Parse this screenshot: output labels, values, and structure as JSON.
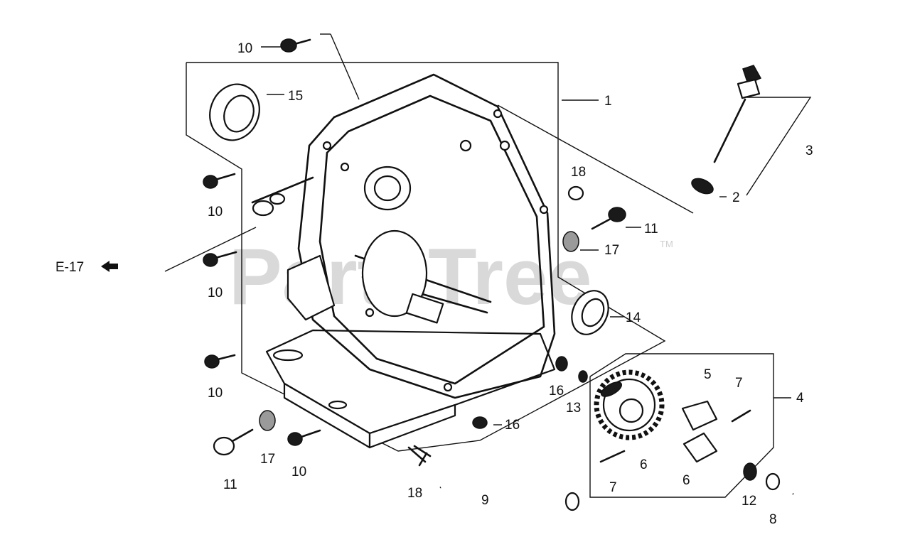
{
  "watermark": {
    "text": "PartsTree",
    "tm": "TM"
  },
  "reference": {
    "text": "E-17"
  },
  "callouts": {
    "c1": "1",
    "c2": "2",
    "c3": "3",
    "c4": "4",
    "c5": "5",
    "c6a": "6",
    "c6b": "6",
    "c7a": "7",
    "c7b": "7",
    "c8": "8",
    "c9": "9",
    "c10a": "10",
    "c10b": "10",
    "c10c": "10",
    "c10d": "10",
    "c10e": "10",
    "c11a": "11",
    "c11b": "11",
    "c12": "12",
    "c13": "13",
    "c14": "14",
    "c15": "15",
    "c16a": "16",
    "c16b": "16",
    "c17a": "17",
    "c17b": "17",
    "c18a": "18",
    "c18b": "18"
  }
}
